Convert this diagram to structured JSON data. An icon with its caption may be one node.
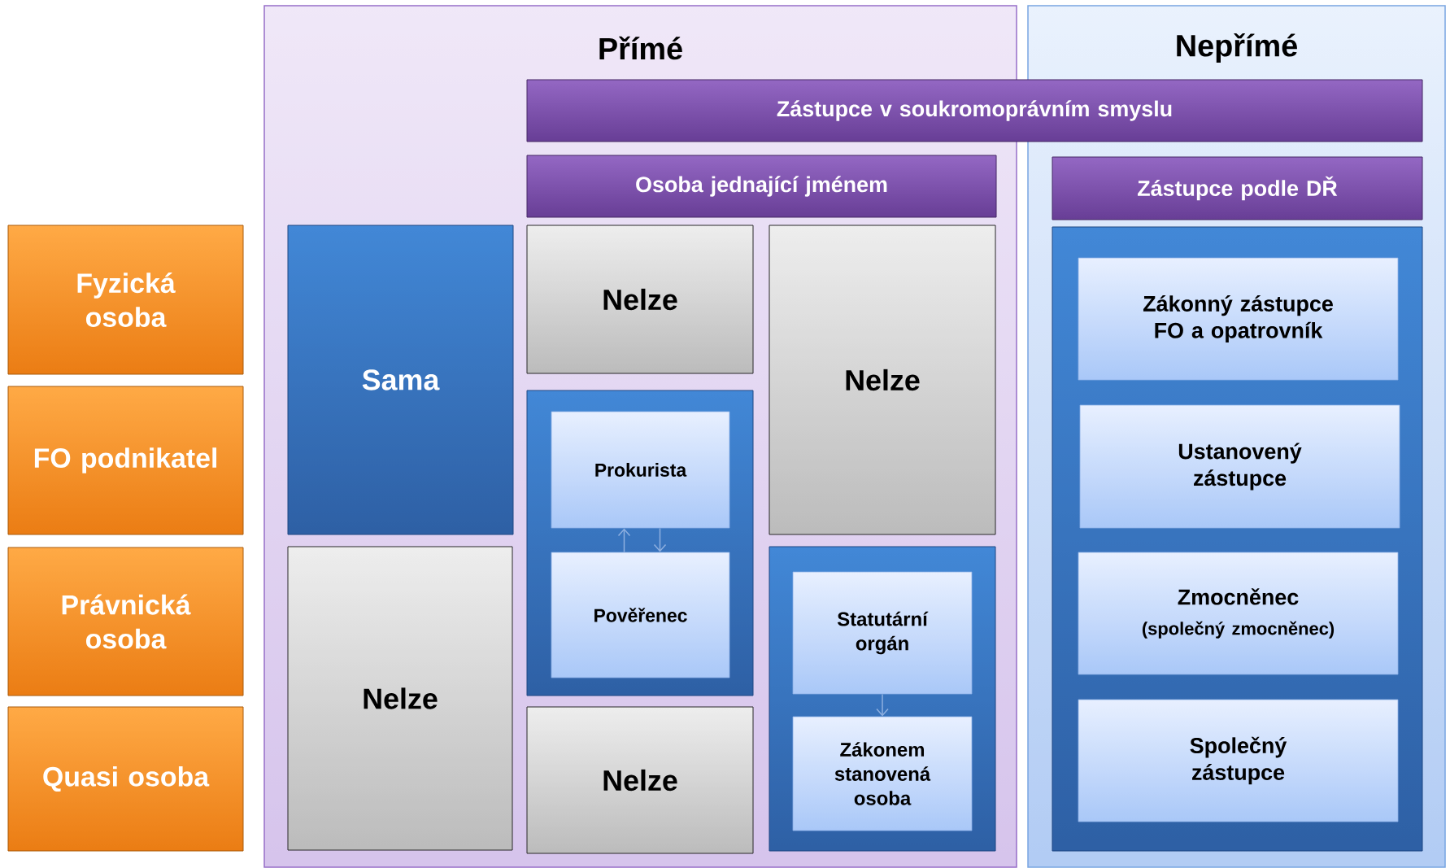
{
  "diagram": {
    "nodes": [
      {
        "text": [
          "Přímé"
        ]
      },
      {
        "text": [
          "Nepřímé"
        ]
      },
      {
        "text": [
          "Zástupce v soukromoprávním smyslu"
        ]
      },
      {
        "text": [
          "Osoba jednající jménem"
        ],
        "in": 0
      },
      {
        "text": [
          "Zástupce podle DŘ"
        ],
        "in": 1
      },
      {
        "text": [
          "Fyzická osoba"
        ]
      },
      {
        "text": [
          "FO podnikatel"
        ]
      },
      {
        "text": [
          "Právnická osoba"
        ]
      },
      {
        "text": [
          "Quasi osoba"
        ]
      },
      {
        "text": [
          "Sama"
        ],
        "in": 0
      },
      {
        "text": [
          "Nelze"
        ],
        "in": 0
      },
      {
        "text": [
          "Nelze"
        ],
        "in": 0
      },
      {
        "text": [
          "Nelze"
        ],
        "in": 0
      },
      {
        "text": [],
        "shape": "box",
        "in": 0
      },
      {
        "text": [
          "Prokurista"
        ],
        "in": 13
      },
      {
        "text": [
          "Pověřenec"
        ],
        "in": 13
      },
      {
        "text": [
          "Nelze"
        ],
        "in": 0
      },
      {
        "text": [],
        "shape": "box",
        "in": 0
      },
      {
        "text": [
          "Statutární orgán"
        ],
        "in": 17
      },
      {
        "text": [
          "Zákonem stanovená osoba"
        ],
        "in": 17
      },
      {
        "text": [],
        "shape": "box",
        "in": 1
      },
      {
        "text": [
          "Zákonný zástupce FO a opatrovník"
        ],
        "in": 20
      },
      {
        "text": [
          "Ustanovený zástupce"
        ],
        "in": 20
      },
      {
        "text": [
          "Zmocněnec",
          "(společný zmocněnec)"
        ],
        "in": 20
      },
      {
        "text": [
          "Společný zástupce"
        ],
        "in": 20
      }
    ],
    "edges": [
      {
        "from": 15,
        "to": 14,
        "arrow": "to"
      },
      {
        "from": 14,
        "to": 15,
        "arrow": "to"
      },
      {
        "from": 18,
        "to": 19,
        "arrow": "to"
      }
    ]
  }
}
